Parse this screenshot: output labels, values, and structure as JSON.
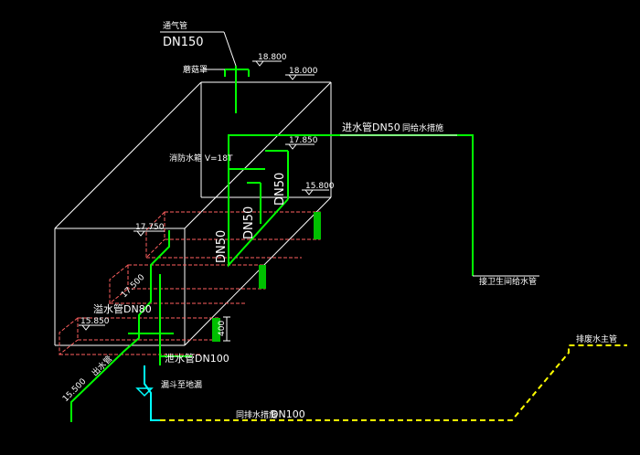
{
  "labels": {
    "vent_pipe": "通气管",
    "vent_dn": "DN150",
    "mushroom_cap": "蘑菇罩",
    "elev_top_cap": "18.800",
    "elev_tank_top": "18.000",
    "inlet_pipe": "进水管DN50",
    "inlet_note": "同给水措施",
    "fire_tank": "消防水箱 V=18T",
    "elev_inlet": "17.850",
    "elev_inlet_low": "15.800",
    "dn50_a": "DN50",
    "dn50_b": "DN50",
    "dn50_c": "DN50",
    "elev_1775": "17.750",
    "elev_1750": "17.500",
    "outlet_pipe": "溢水管DN80",
    "elev_15850": "15.850",
    "drain_pipe": "泄水管DN100",
    "elev_15500": "15.500",
    "outlet_label": "出水管",
    "to_fire_main": "接卫生间给水管",
    "to_drain_main": "排废水主管",
    "drain_funnel": "漏斗至地漏",
    "drain_along": "同排水措施",
    "drain_dn100": "DN100",
    "dim_400": "400"
  },
  "colors": {
    "background": "#000000",
    "outline": "#ffffff",
    "pipe_green": "#00ff00",
    "pipe_cyan": "#00ffff",
    "drain_yellow": "#ffff00",
    "beam_red": "#ff6060",
    "hatch_green": "#00c000"
  }
}
